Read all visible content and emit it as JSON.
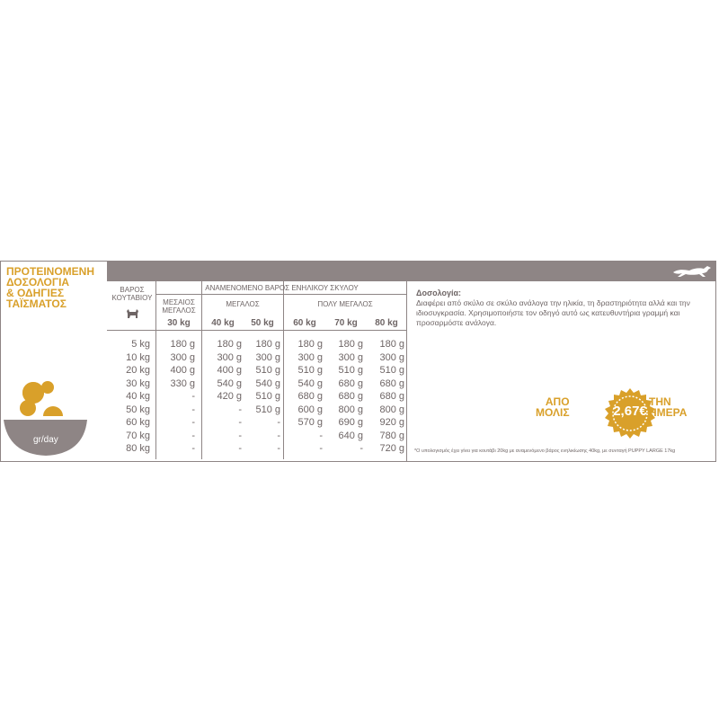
{
  "title_lines": [
    "ΠΡΟΤΕΙΝΟΜΕΝΗ",
    "ΔΟΣΟΛΟΓΙΑ",
    "& ΟΔΗΓΙΕΣ",
    "ΤΑΪΣΜΑΤΟΣ"
  ],
  "bowl_label": "gr/day",
  "table": {
    "puppy_weight_header": [
      "ΒΑΡΟΣ",
      "ΚΟΥΤΑΒΙΟΥ"
    ],
    "adult_weight_header": "ΑΝΑΜΕΝΟΜΕΝΟ ΒΑΡΟΣ ΕΝΗΛΙΚΟΥ ΣΚΥΛΟΥ",
    "group_medium": [
      "ΜΕΣΑΙΟΣ",
      "ΜΕΓΑΛΟΣ"
    ],
    "group_large": "ΜΕΓΑΛΟΣ",
    "group_xlarge": "ΠΟΛΥ ΜΕΓΑΛΟΣ",
    "columns": [
      "30 kg",
      "40 kg",
      "50 kg",
      "60 kg",
      "70 kg",
      "80 kg"
    ],
    "puppy_weights": [
      "5 kg",
      "10 kg",
      "20 kg",
      "30 kg",
      "40 kg",
      "50 kg",
      "60 kg",
      "70 kg",
      "80 kg"
    ],
    "values": [
      [
        "180 g",
        "300 g",
        "400 g",
        "330 g",
        "-",
        "-",
        "-",
        "-",
        "-"
      ],
      [
        "180 g",
        "300 g",
        "400 g",
        "540 g",
        "420 g",
        "-",
        "-",
        "-",
        "-"
      ],
      [
        "180 g",
        "300 g",
        "510 g",
        "540 g",
        "510 g",
        "510 g",
        "-",
        "-",
        "-"
      ],
      [
        "180 g",
        "300 g",
        "510 g",
        "540 g",
        "680 g",
        "600 g",
        "570 g",
        "-",
        "-"
      ],
      [
        "180 g",
        "300 g",
        "510 g",
        "680 g",
        "680 g",
        "800 g",
        "690 g",
        "640 g",
        "-"
      ],
      [
        "180 g",
        "300 g",
        "510 g",
        "680 g",
        "680 g",
        "800 g",
        "920 g",
        "780 g",
        "720 g"
      ]
    ]
  },
  "dosage": {
    "title": "Δοσολογία:",
    "text": "Διαφέρει από σκύλο σε σκύλο ανάλογα την ηλικία, τη δραστηριότητα αλλά και την ιδιοσυγκρασία. Χρησιμοποιήστε τον οδηγό αυτό ως κατευθυντήρια γραμμή και προσαρμόστε ανάλογα."
  },
  "price": {
    "left": [
      "ΑΠΟ",
      "ΜΟΛΙΣ"
    ],
    "value": "2,67€",
    "right": [
      "ΤΗΝ",
      "ΗΜΕΡΑ"
    ]
  },
  "footnote": "*Ο υπολογισμός έχει γίνει για κουτάβι 20kg με αναμενόμενο βάρος ενηλικίωσης 40kg, με συνταγή PUPPY LARGE 17kg",
  "colors": {
    "accent": "#d9a02a",
    "gray": "#8e8585",
    "text": "#6e6565"
  }
}
